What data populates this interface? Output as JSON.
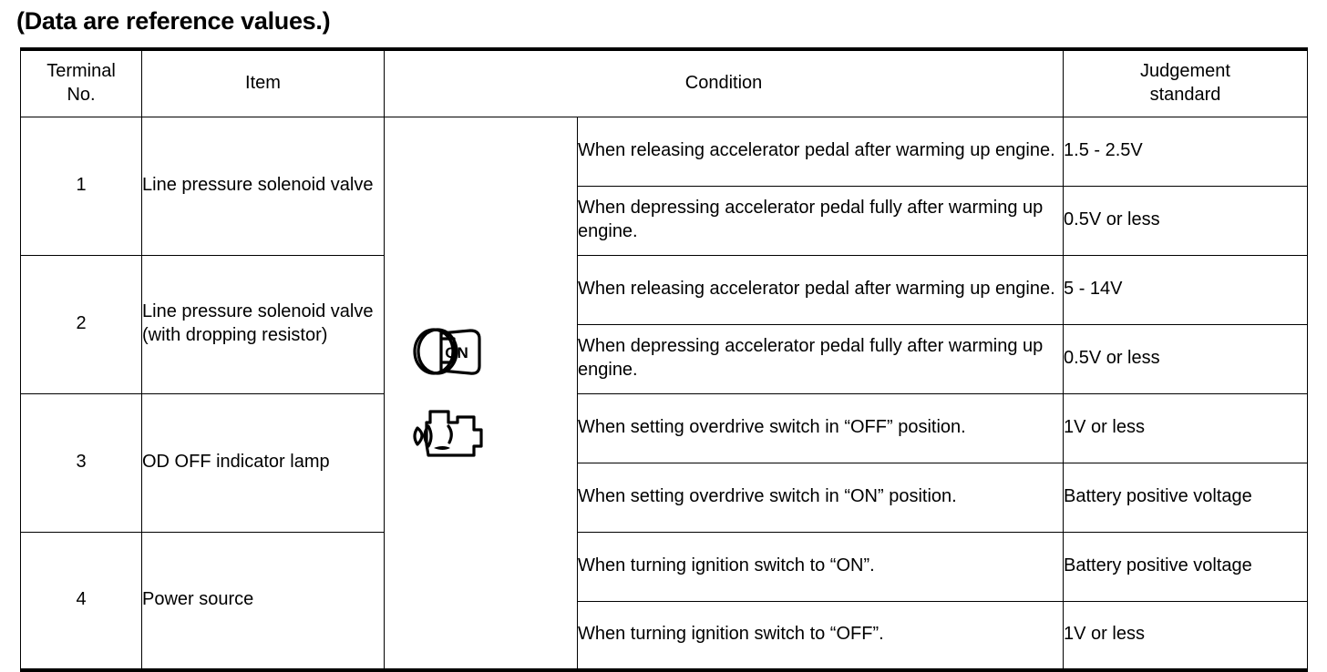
{
  "title": "(Data are reference values.)",
  "table": {
    "headers": {
      "terminal_no": "Terminal\nNo.",
      "terminal_no_line1": "Terminal",
      "terminal_no_line2": "No.",
      "item": "Item",
      "condition": "Condition",
      "judgement_line1": "Judgement",
      "judgement_line2": "standard"
    },
    "icons": [
      {
        "name": "ignition-switch-on-icon",
        "label": "ON"
      },
      {
        "name": "engine-warm-up-icon",
        "label": ""
      }
    ],
    "rows": [
      {
        "terminal_no": "1",
        "item": "Line pressure solenoid valve",
        "conditions": [
          {
            "condition": "When releasing accelerator pedal after warming up engine.",
            "judgement": "1.5 - 2.5V"
          },
          {
            "condition": "When depressing accelerator pedal fully after warming up engine.",
            "judgement": "0.5V or less"
          }
        ]
      },
      {
        "terminal_no": "2",
        "item": "Line pressure solenoid valve (with dropping resistor)",
        "conditions": [
          {
            "condition": "When releasing accelerator pedal after warming up engine.",
            "judgement": "5 - 14V"
          },
          {
            "condition": "When depressing accelerator pedal fully after warming up engine.",
            "judgement": "0.5V or less"
          }
        ]
      },
      {
        "terminal_no": "3",
        "item": "OD OFF indicator lamp",
        "conditions": [
          {
            "condition": "When setting overdrive switch in “OFF” position.",
            "judgement": "1V or less"
          },
          {
            "condition": "When setting overdrive switch in “ON” position.",
            "judgement": "Battery positive voltage"
          }
        ]
      },
      {
        "terminal_no": "4",
        "item": "Power source",
        "conditions": [
          {
            "condition": "When turning ignition switch to “ON”.",
            "judgement": "Battery positive voltage"
          },
          {
            "condition": "When turning ignition switch to “OFF”.",
            "judgement": "1V or less"
          }
        ]
      }
    ]
  },
  "colors": {
    "text": "#000000",
    "background": "#ffffff",
    "rule": "#000000"
  }
}
